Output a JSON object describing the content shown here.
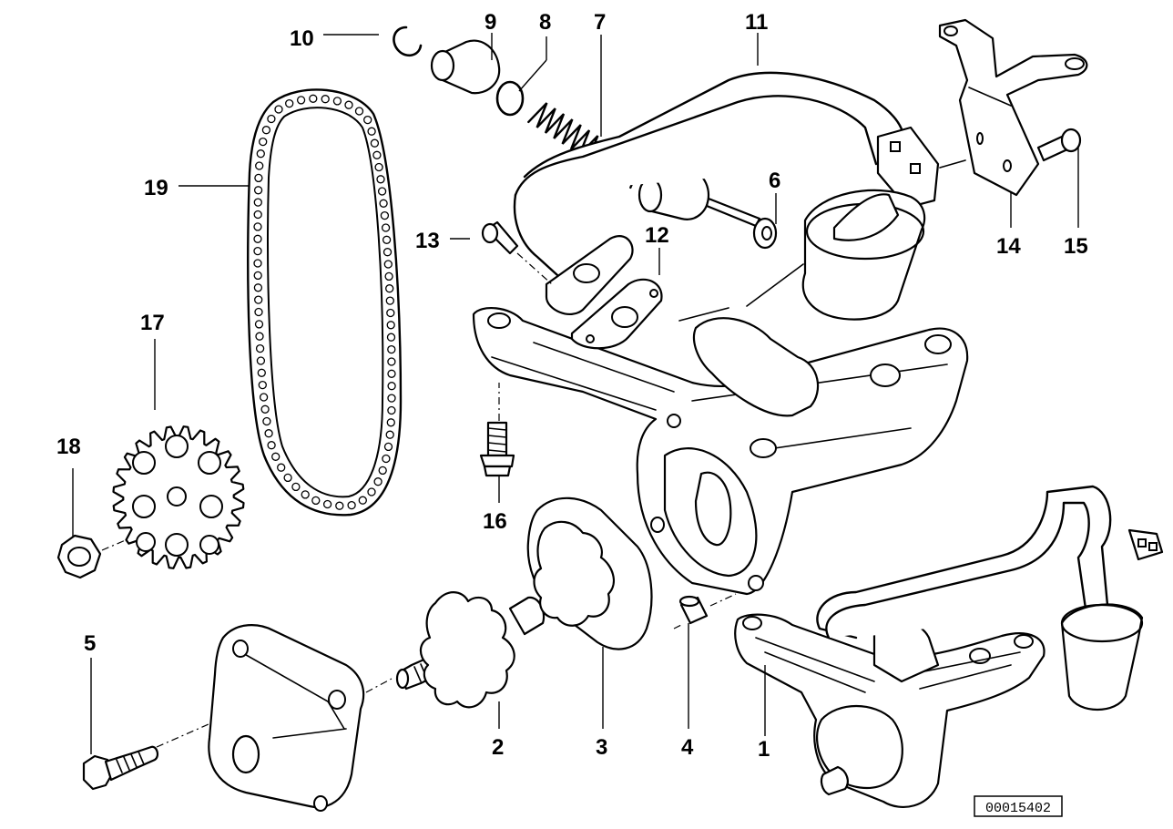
{
  "callouts": [
    {
      "id": "1",
      "label": "1"
    },
    {
      "id": "2",
      "label": "2"
    },
    {
      "id": "3",
      "label": "3"
    },
    {
      "id": "4",
      "label": "4"
    },
    {
      "id": "5",
      "label": "5"
    },
    {
      "id": "6",
      "label": "6"
    },
    {
      "id": "7",
      "label": "7"
    },
    {
      "id": "8",
      "label": "8"
    },
    {
      "id": "9",
      "label": "9"
    },
    {
      "id": "10",
      "label": "10"
    },
    {
      "id": "11",
      "label": "11"
    },
    {
      "id": "12",
      "label": "12"
    },
    {
      "id": "13",
      "label": "13"
    },
    {
      "id": "14",
      "label": "14"
    },
    {
      "id": "15",
      "label": "15"
    },
    {
      "id": "16",
      "label": "16"
    },
    {
      "id": "17",
      "label": "17"
    },
    {
      "id": "18",
      "label": "18"
    },
    {
      "id": "19",
      "label": "19"
    }
  ],
  "reference_number": "00015402"
}
